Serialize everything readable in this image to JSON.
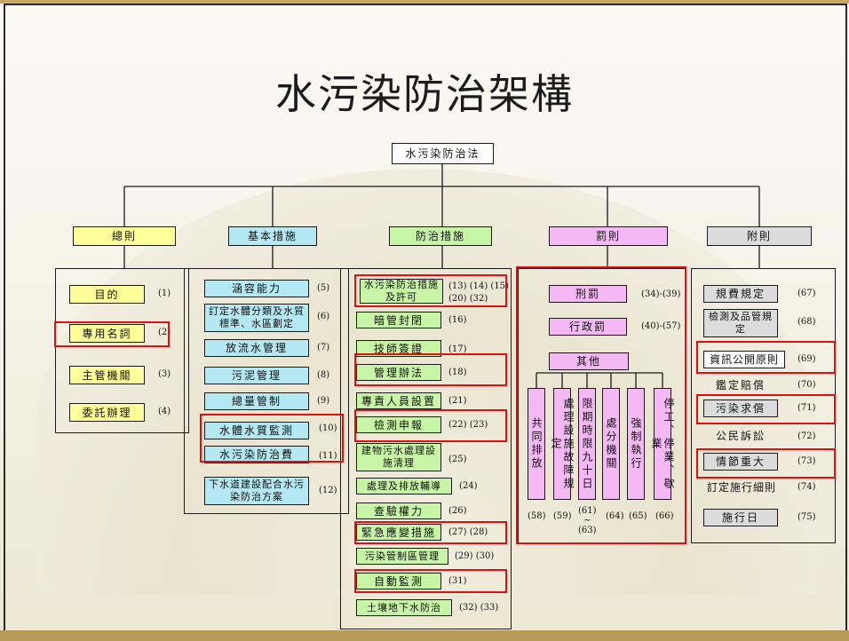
{
  "title": "水污染防治架構",
  "root": "水污染防治法",
  "categories": {
    "general": "總則",
    "basic": "基本措施",
    "prevention": "防治措施",
    "penalty": "罰則",
    "appendix": "附則"
  },
  "general": {
    "items": [
      "目的",
      "專用名詞",
      "主管機關",
      "委託辦理"
    ],
    "refs": [
      "(1)",
      "(2)",
      "(3)",
      "(4)"
    ]
  },
  "basic": {
    "items": [
      "涵容能力",
      "訂定水體分類及水質標準、水區劃定",
      "放流水管理",
      "污泥管理",
      "總量管制",
      "水體水質監測",
      "水污染防治費",
      "下水道建設配合水污染防治方案"
    ],
    "refs": [
      "(5)",
      "(6)",
      "(7)",
      "(8)",
      "(9)",
      "(10)",
      "(11)",
      "(12)"
    ]
  },
  "prevention": {
    "items": [
      "水污染防治措施及許可",
      "暗管封閉",
      "技師簽證",
      "管理辦法",
      "專責人員設置",
      "檢測申報",
      "建物污水處理設施清理",
      "處理及排放輔導",
      "查驗權力",
      "緊急應變措施",
      "污染管制區管理",
      "自動監測",
      "土壤地下水防治"
    ],
    "refs": [
      "(13) (14) (15)\n(20) (32)",
      "(16)",
      "(17)",
      "(18)",
      "(21)",
      "(22) (23)",
      "(25)",
      "(24)",
      "(26)",
      "(27) (28)",
      "(29) (30)",
      "(31)",
      "(32) (33)"
    ]
  },
  "penalty": {
    "criminal": "刑罰",
    "criminal_ref": "(34)-(39)",
    "admin": "行政罰",
    "admin_ref": "(40)-(57)",
    "other": "其他",
    "sub": [
      "共同排放",
      "處理設施故障規定",
      "限期時限九十日",
      "處分機關",
      "強制執行",
      "停工、停業、歇業"
    ],
    "sub_refs": [
      "(58)",
      "(59)",
      "(61)\n~\n(63)",
      "(64)",
      "(65)",
      "(66)"
    ]
  },
  "appendix": {
    "items": [
      "規費規定",
      "檢測及品管規定",
      "資訊公開原則",
      "鑑定賠償",
      "污染求償",
      "公民訴訟",
      "情節重大",
      "訂定施行細則",
      "施行日"
    ],
    "refs": [
      "(67)",
      "(68)",
      "(69)",
      "(70)",
      "(71)",
      "(72)",
      "(73)",
      "(74)",
      "(75)"
    ]
  },
  "colors": {
    "yellow": "#ffff99",
    "cyan": "#b4e8f2",
    "green": "#c6f5a6",
    "pink": "#f4b8f4",
    "gray": "#dcdcdc",
    "highlight": "#e01010"
  }
}
